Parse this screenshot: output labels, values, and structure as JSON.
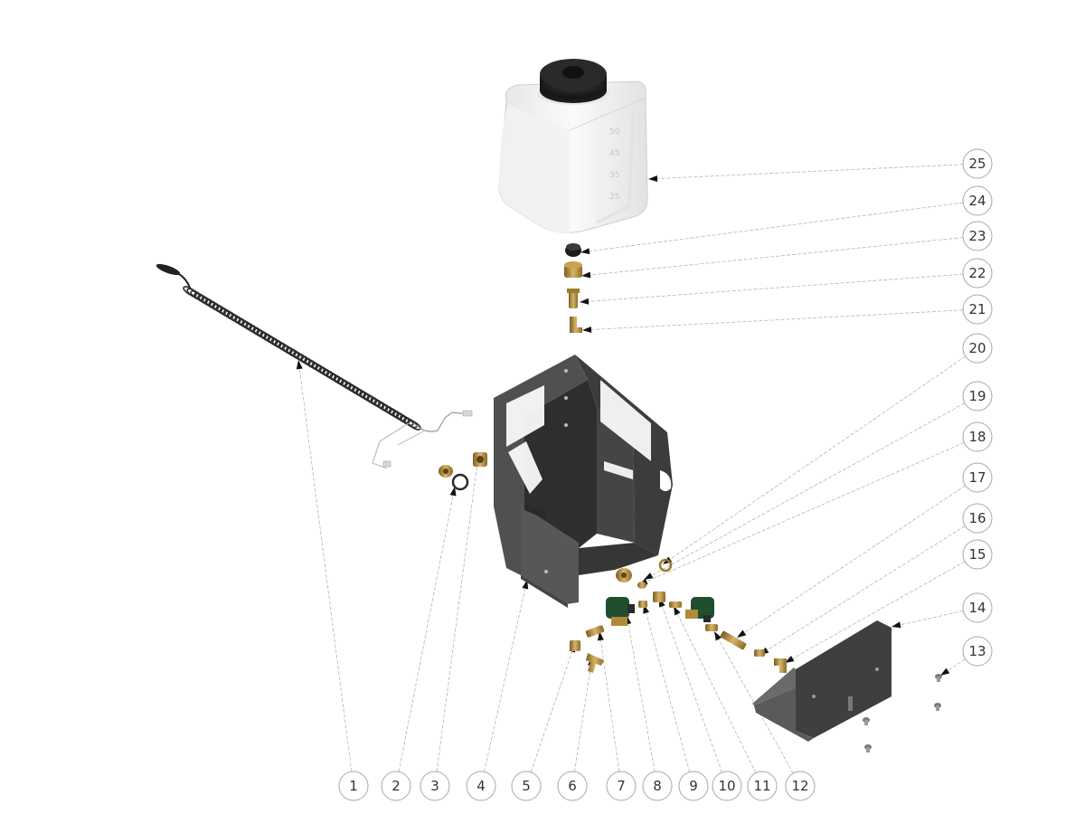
{
  "diagram": {
    "type": "exploded-assembly",
    "colors": {
      "sheet_metal": "#4e4e4e",
      "brass": "#b08a3a",
      "valve_green": "#1f4f2c",
      "tank_white": "#f6f6f6",
      "cap_black": "#1b1b1b",
      "leader": "#b4b4b4",
      "balloon_border": "#a8a8a8"
    },
    "callouts": [
      {
        "label": "1"
      },
      {
        "label": "2"
      },
      {
        "label": "3"
      },
      {
        "label": "4"
      },
      {
        "label": "5"
      },
      {
        "label": "6"
      },
      {
        "label": "7"
      },
      {
        "label": "8"
      },
      {
        "label": "9"
      },
      {
        "label": "10"
      },
      {
        "label": "11"
      },
      {
        "label": "12"
      },
      {
        "label": "13"
      },
      {
        "label": "14"
      },
      {
        "label": "15"
      },
      {
        "label": "16"
      },
      {
        "label": "17"
      },
      {
        "label": "18"
      },
      {
        "label": "19"
      },
      {
        "label": "20"
      },
      {
        "label": "21"
      },
      {
        "label": "22"
      },
      {
        "label": "23"
      },
      {
        "label": "24"
      },
      {
        "label": "25"
      }
    ],
    "tank_scale_marks": [
      "50",
      "45",
      "35",
      "25"
    ]
  }
}
